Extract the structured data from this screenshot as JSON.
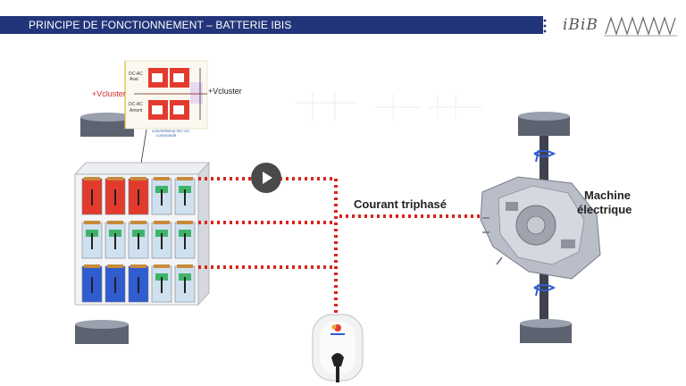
{
  "header": {
    "title": "PRINCIPE DE FONCTIONNEMENT – BATTERIE IBIS",
    "logo_text": "iBiB",
    "bar_color": "#23357a"
  },
  "diagram": {
    "flow_label": "Courant triphasé",
    "machine_label_line1": "Machine",
    "machine_label_line2": "électrique",
    "vcluster_left": "+Vcluster",
    "vcluster_right": "+Vcluster",
    "converter_top_line1": "DC-AC",
    "converter_top_line2": "Aval",
    "converter_bottom_line1": "DC-AC",
    "converter_bottom_line2": "Amont",
    "converter_caption_line1": "convertisseur DC-AC",
    "converter_caption_line2": "commandé"
  },
  "colors": {
    "dotted_line": "#d9251c",
    "cell_red": "#e23b2e",
    "cell_green": "#3fb36a",
    "cell_blue": "#2f5ccf"
  },
  "icons": [
    "play-icon",
    "charger-icon",
    "battery-pack-icon",
    "motor-icon",
    "wheel-icon"
  ]
}
